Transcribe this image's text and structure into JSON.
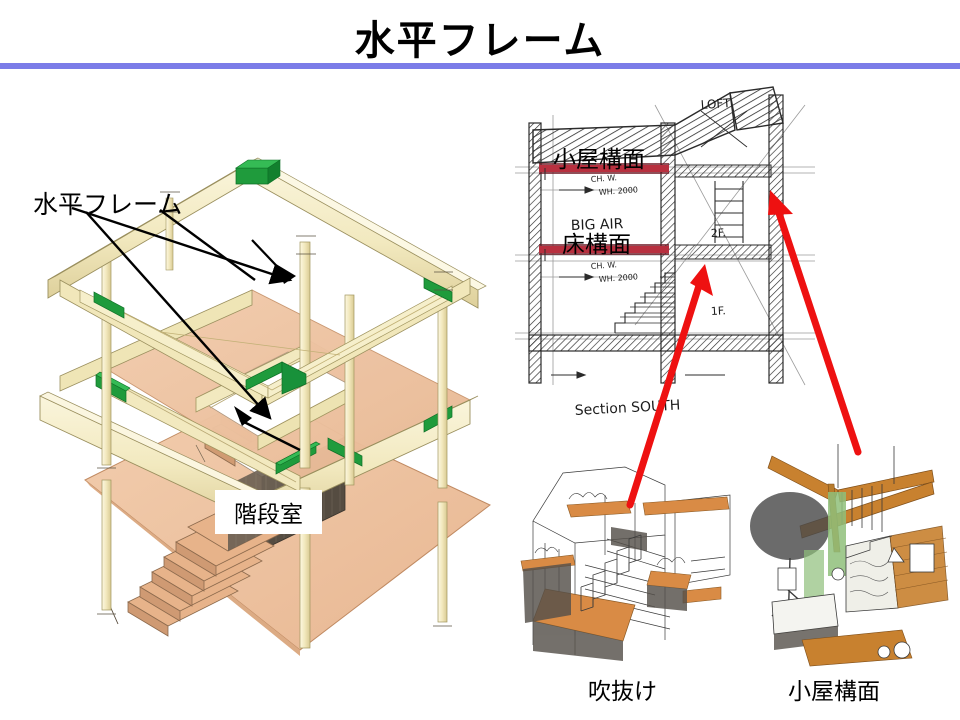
{
  "slide": {
    "title": "水平フレーム",
    "accent_color": "#7b7ce8",
    "background": "#ffffff"
  },
  "iso_diagram": {
    "callout_label": "水平フレーム",
    "room_label": "階段室",
    "colors": {
      "beam": "#f2e9bf",
      "beam_shadow": "#ddd09a",
      "beam_edge": "#9a8f5e",
      "post": "#f4edcb",
      "connector_green": "#1f9b3c",
      "connector_green_dark": "#0e6f26",
      "floor_slab": "#eec3a0",
      "floor_slab_edge": "#c8916a",
      "stair_tread": "#e8b48a",
      "stair_side": "#5c5247",
      "leader": "#000000"
    },
    "notes": "Axonometric wooden post-and-beam frame: roof frame, second-floor frame, ground slab, stairwell"
  },
  "section_drawing": {
    "label_roof_plane": "小屋構面",
    "label_floor_plane": "床構面",
    "hand_labels": [
      "LOFT",
      "BIG AIR",
      "2F.",
      "1F.",
      "Section SOUTH"
    ],
    "dimension_notes": [
      "CH. W.",
      "WH. 2000",
      "CH. W.",
      "WH. 2000"
    ],
    "highlight_color": "#b8303f",
    "arrow_color": "#ee1111",
    "ink_color": "#2b2b2b"
  },
  "photos": [
    {
      "caption": "吹抜け",
      "description": "interior perspective sketch of double-height atrium with stair and wooden tables",
      "wood_color": "#d98b45",
      "ink_color": "#333333"
    },
    {
      "caption": "小屋構面",
      "description": "interior perspective sketch of roof structural plane with exposed beams, tree and sofa",
      "wood_color": "#c8812f",
      "green_color": "#8fbf7a",
      "ink_color": "#333333"
    }
  ]
}
